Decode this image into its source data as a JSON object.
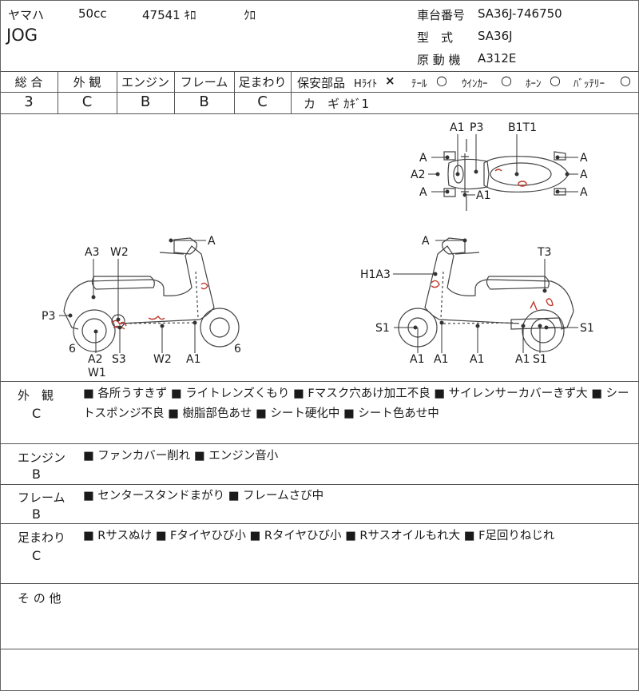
{
  "header": {
    "maker": "ヤマハ",
    "cc": "50cc",
    "mileage": "47541 ｷﾛ",
    "color": "ｸﾛ",
    "model_name": "JOG",
    "chassis_label": "車台番号",
    "chassis_value": "SA36J-746750",
    "type_label": "型　式",
    "type_value": "SA36J",
    "engine_label": "原 動 機",
    "engine_value": "A312E"
  },
  "grades": {
    "overall_label": "総 合",
    "overall_value": "3",
    "exterior_label": "外 観",
    "exterior_value": "C",
    "engine_label": "エンジン",
    "engine_value": "B",
    "frame_label": "フレーム",
    "frame_value": "B",
    "suspension_label": "足まわり",
    "suspension_value": "C"
  },
  "parts": {
    "title": "保安部品",
    "headlight": "Hﾗｲﾄ",
    "headlight_mark": "×",
    "tail": "ﾃｰﾙ",
    "tail_mark": "○",
    "winker": "ｳｲﾝｶｰ",
    "winker_mark": "○",
    "horn": "ﾎｰﾝ",
    "horn_mark": "○",
    "battery": "ﾊﾞｯﾃﾘｰ",
    "battery_mark": "○",
    "key_label": "カ　ギ",
    "key_value": "ｶｷﾞ1"
  },
  "diagram": {
    "top": {
      "a1": "A1",
      "p3": "P3",
      "b1t1": "B1T1",
      "a": "A",
      "a2": "A2"
    },
    "left": {
      "a": "A",
      "a3": "A3",
      "w2": "W2",
      "p3": "P3",
      "six": "6",
      "a2": "A2",
      "s3": "S3",
      "a1": "A1",
      "w1": "W1"
    },
    "right": {
      "a": "A",
      "t3": "T3",
      "h1a3": "H1A3",
      "s1": "S1",
      "a1": "A1"
    }
  },
  "sections": [
    {
      "label": "外　観",
      "grade": "C",
      "notes": "■ 各所うすきず ■ ライトレンズくもり ■ Fマスク穴あけ加工不良 ■ サイレンサーカバーきず大 ■ シートスポンジ不良 ■ 樹脂部色あせ ■ シート硬化中 ■ シート色あせ中"
    },
    {
      "label": "エンジン",
      "grade": "B",
      "notes": "■ ファンカバー削れ ■ エンジン音小"
    },
    {
      "label": "フレーム",
      "grade": "B",
      "notes": "■ センタースタンドまがり ■ フレームさび中"
    },
    {
      "label": "足まわり",
      "grade": "C",
      "notes": "■ Rサスぬけ ■ Fタイヤひび小 ■ Rタイヤひび小 ■ Rサスオイルもれ大 ■ F足回りねじれ"
    },
    {
      "label": "そ の 他",
      "grade": "",
      "notes": ""
    }
  ]
}
